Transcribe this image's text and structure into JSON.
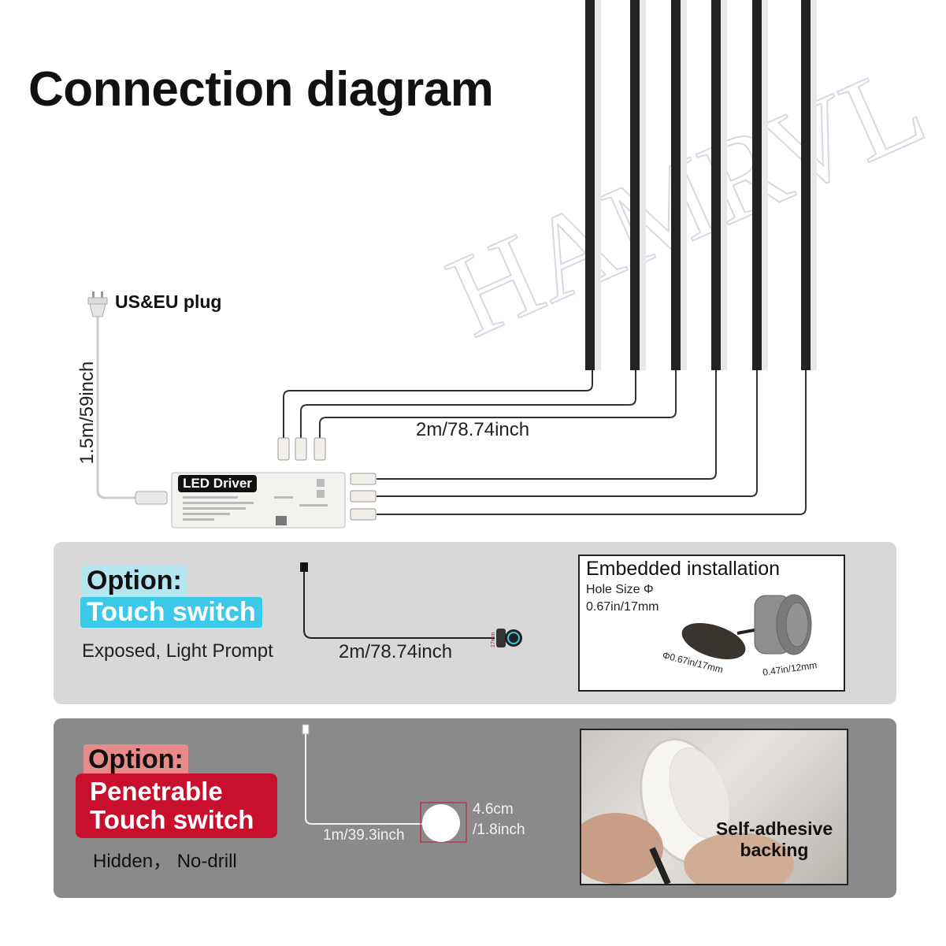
{
  "title": "Connection diagram",
  "watermark": "HAMRVL",
  "plug": {
    "label": "US&EU plug"
  },
  "plug_cable": {
    "length": "1.5m/59inch"
  },
  "driver": {
    "label": "LED Driver"
  },
  "light_cables": {
    "length": "2m/78.74inch"
  },
  "option1": {
    "tag": "Option:",
    "name": "Touch switch",
    "description": "Exposed, Light Prompt",
    "cable_length": "2m/78.74inch",
    "size_mark": "17mm",
    "inset": {
      "title": "Embedded installation",
      "hole_label": "Hole Size Φ",
      "hole_size": "0.67in/17mm",
      "diameter": "Φ0.67in/17mm",
      "depth": "0.47in/12mm"
    }
  },
  "option2": {
    "tag": "Option:",
    "name_line1": "Penetrable",
    "name_line2": "Touch switch",
    "description": "Hidden， No-drill",
    "cable_length": "1m/39.3inch",
    "size_line1": "4.6cm",
    "size_line2": "/1.8inch",
    "photo_caption_line1": "Self-adhesive",
    "photo_caption_line2": "backing"
  },
  "colors": {
    "cyan_tag": "#3cc8e8",
    "red_tag": "#c8102e",
    "pink_tag": "#e78a8a",
    "panel_light": "#d8d8d8",
    "panel_dark": "#8a8a8a"
  },
  "icons": [
    "plug-icon",
    "connector-icon",
    "touch-switch-icon",
    "puck-switch-icon"
  ]
}
